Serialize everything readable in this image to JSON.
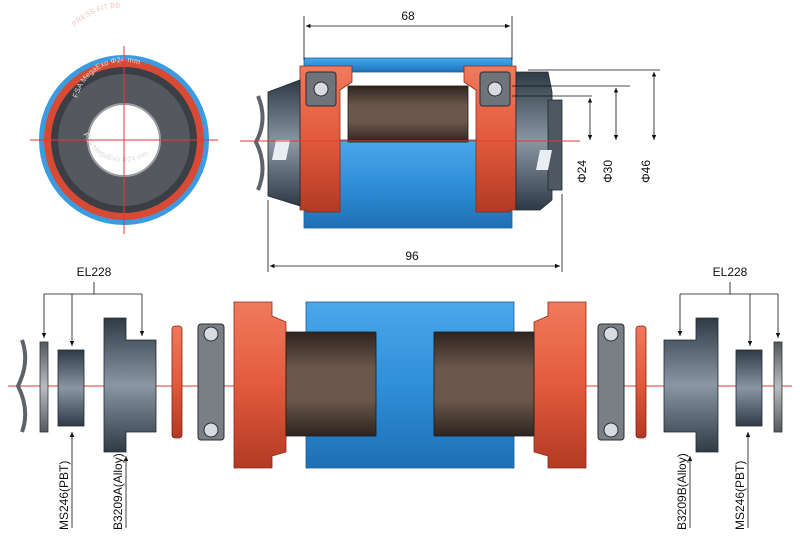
{
  "colors": {
    "shell_blue": "#3b9be0",
    "shell_blue_dark": "#1f6fb4",
    "cup_red": "#e35a3d",
    "cup_red_dark": "#b23a23",
    "axle_brown": "#4a3a32",
    "bearing_grey": "#777c82",
    "steel_dark": "#3c4a56",
    "center_line": "#e53935"
  },
  "top_view": {
    "dim_shell_width": "68",
    "dim_total_width": "96",
    "dim_spindle": "Φ24",
    "dim_bearing": "Φ30",
    "dim_cup_outer": "Φ46"
  },
  "face_view": {
    "ring_text_top": "FSA MegaExo Φ24 mm",
    "ring_text_bottom": "FSA MegaExo Φ24 mm",
    "rim_text": "PRESS FIT BB"
  },
  "exploded_view": {
    "group_left": "EL228",
    "group_right": "EL228",
    "part_left_cover": "MS246(PBT)",
    "part_left_cup": "B3209A(Alloy)",
    "part_right_cup": "B3209B(Alloy)",
    "part_right_cover": "MS246(PBT)"
  },
  "icons": [
    "fsa-logo-icon"
  ]
}
